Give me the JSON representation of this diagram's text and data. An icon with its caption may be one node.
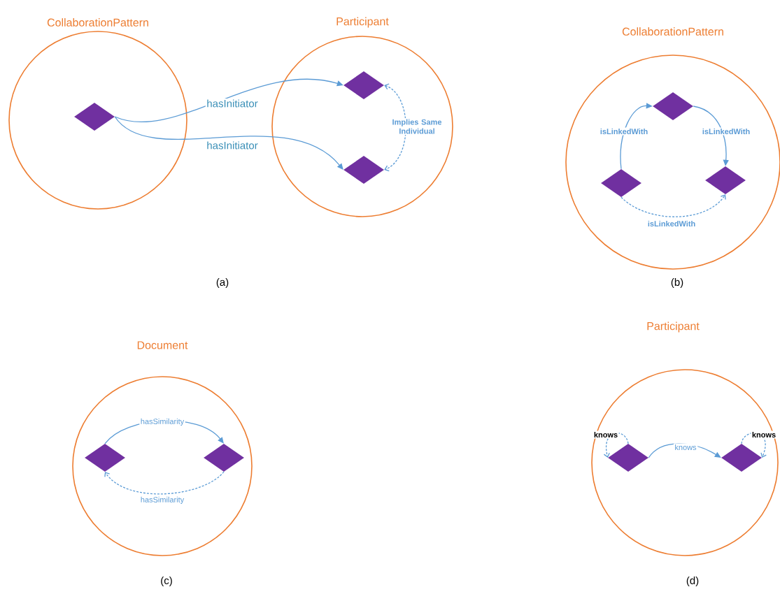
{
  "diagram": {
    "nodes": [
      {
        "text": [
          "CollaborationPattern"
        ]
      },
      {
        "text": [],
        "shape": "diamond",
        "in": 0
      },
      {
        "text": [
          "Participant"
        ]
      },
      {
        "text": [],
        "shape": "diamond",
        "in": 2
      },
      {
        "text": [],
        "shape": "diamond",
        "in": 2
      },
      {
        "text": [
          "CollaborationPattern"
        ]
      },
      {
        "text": [],
        "shape": "diamond",
        "in": 5
      },
      {
        "text": [],
        "shape": "diamond",
        "in": 5
      },
      {
        "text": [],
        "shape": "diamond",
        "in": 5
      },
      {
        "text": [
          "Document"
        ]
      },
      {
        "text": [],
        "shape": "diamond",
        "in": 9
      },
      {
        "text": [],
        "shape": "diamond",
        "in": 9
      },
      {
        "text": [
          "Participant"
        ]
      },
      {
        "text": [],
        "shape": "diamond",
        "in": 12
      },
      {
        "text": [],
        "shape": "diamond",
        "in": 12
      }
    ],
    "edges": [
      {
        "from": 1,
        "to": 3,
        "arrow": "to",
        "label": "hasInitiator"
      },
      {
        "from": 1,
        "to": 4,
        "arrow": "to",
        "label": "hasInitiator"
      },
      {
        "from": 3,
        "to": 4,
        "arrow": "both",
        "label": "Implies Same Individual",
        "style": "dashed"
      },
      {
        "from": 7,
        "to": 6,
        "arrow": "to",
        "label": "isLinkedWith"
      },
      {
        "from": 6,
        "to": 8,
        "arrow": "to",
        "label": "isLinkedWith"
      },
      {
        "from": 7,
        "to": 8,
        "arrow": "to",
        "label": "isLinkedWith",
        "style": "dashed"
      },
      {
        "from": 10,
        "to": 11,
        "arrow": "to",
        "label": "hasSimilarity"
      },
      {
        "from": 11,
        "to": 10,
        "arrow": "to",
        "label": "hasSimilarity",
        "style": "dashed"
      },
      {
        "from": 13,
        "to": 13,
        "arrow": "to",
        "label": "knows",
        "style": "dashed"
      },
      {
        "from": 13,
        "to": 14,
        "arrow": "to",
        "label": "knows"
      },
      {
        "from": 14,
        "to": 14,
        "arrow": "to",
        "label": "knows",
        "style": "dashed"
      }
    ],
    "labels": [
      "(a)",
      "(b)",
      "(c)",
      "(d)"
    ]
  }
}
